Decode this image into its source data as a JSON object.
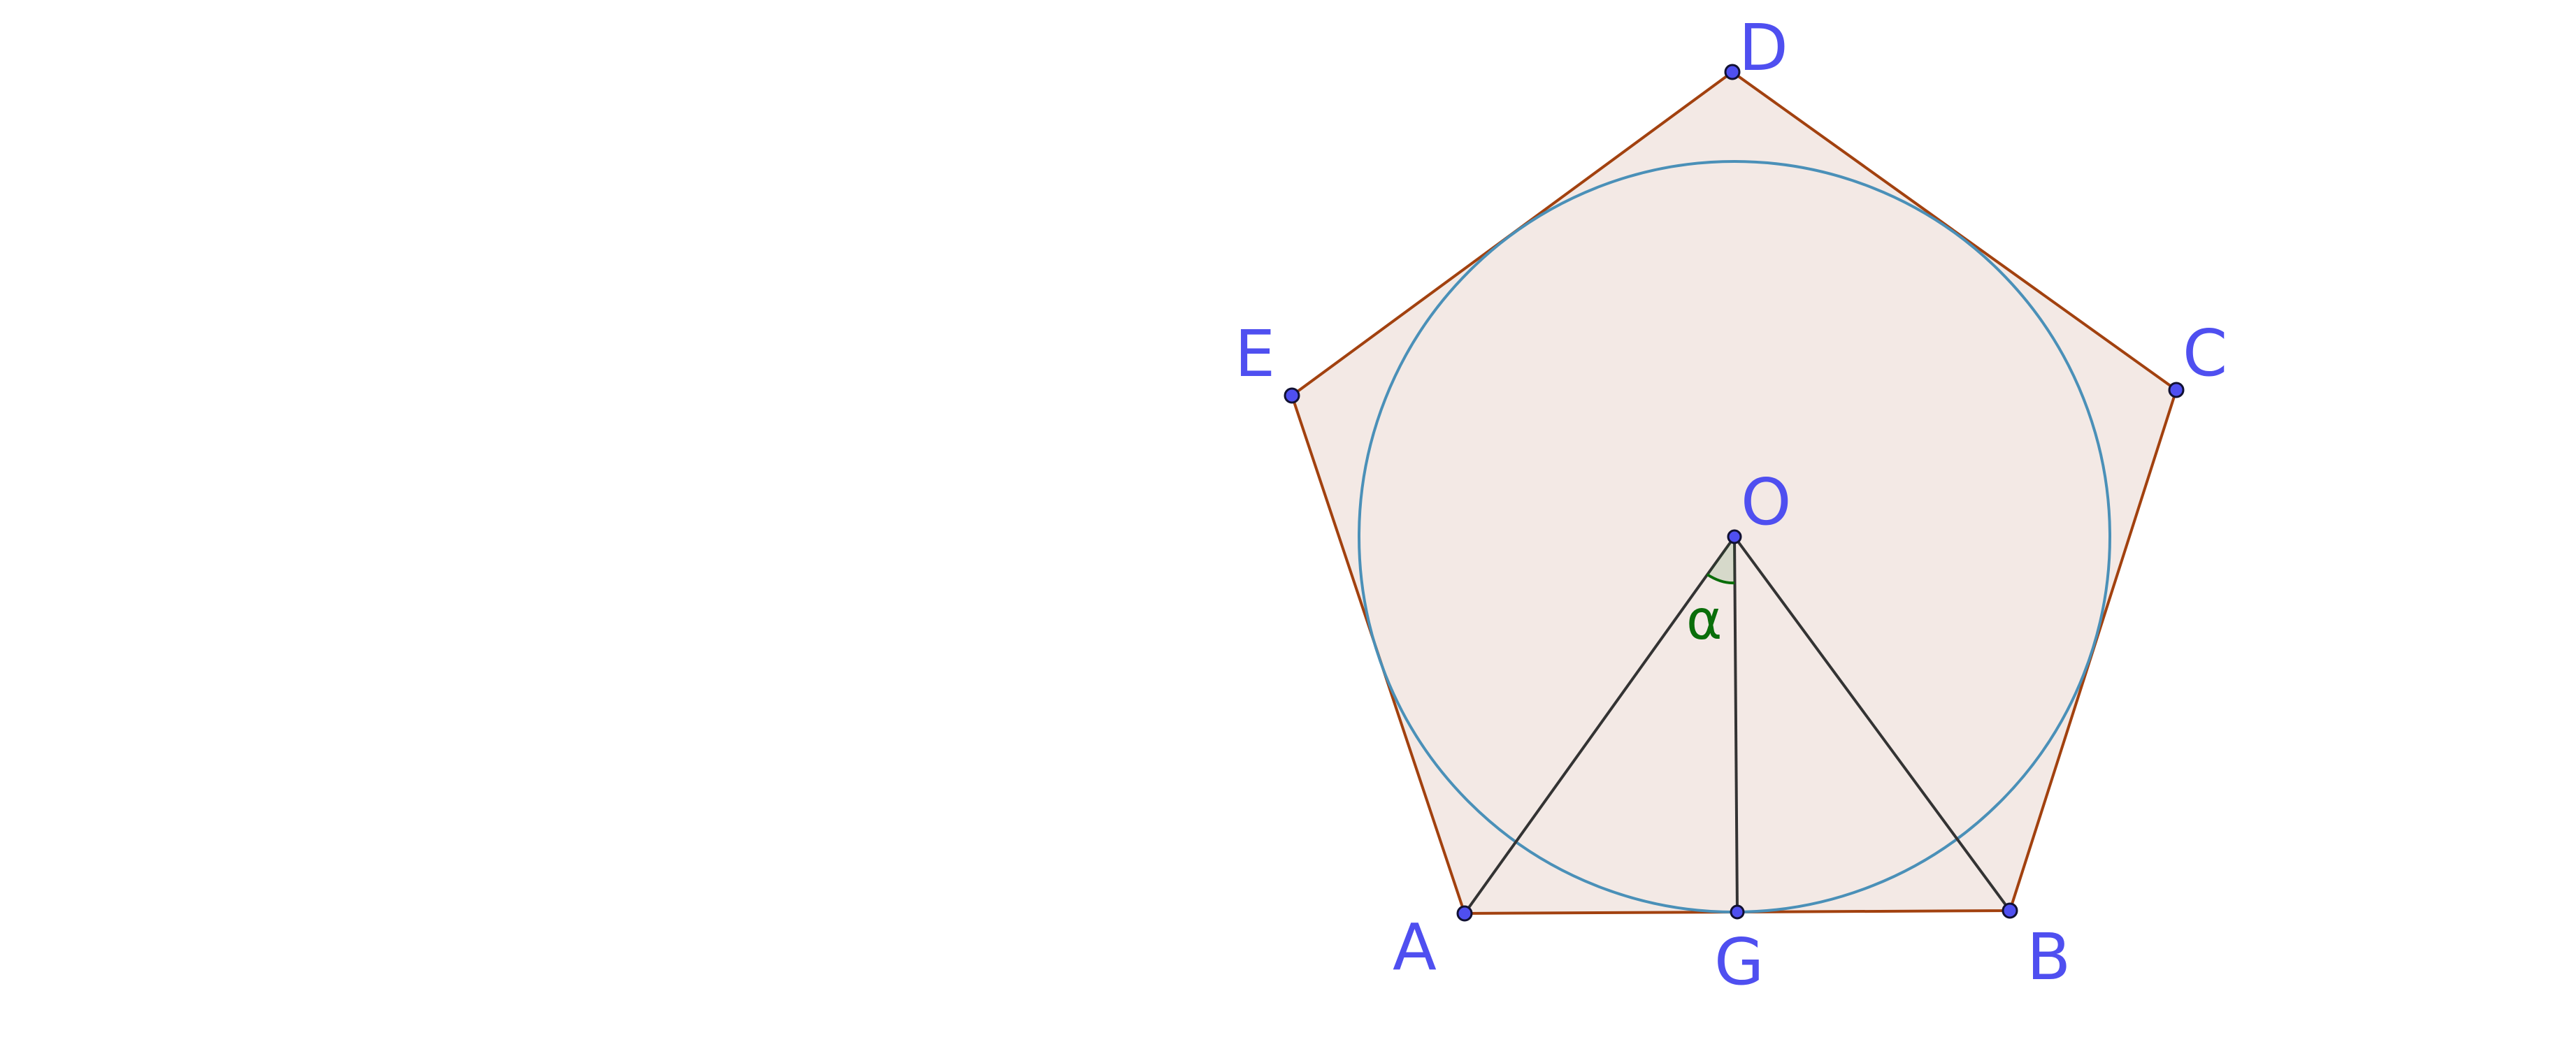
{
  "colors": {
    "background": "#ffffff",
    "pentagon_fill": "#f3e9e5",
    "pentagon_stroke": "#a2410f",
    "circle_stroke": "#4a90b8",
    "segment_stroke": "#333333",
    "point_fill": "#4f4ff0",
    "point_label": "#4f4ff0",
    "angle_color": "#0a6e0a"
  },
  "points": {
    "A": "A",
    "B": "B",
    "C": "C",
    "D": "D",
    "E": "E",
    "O": "O",
    "G": "G"
  },
  "angle_label": "α"
}
